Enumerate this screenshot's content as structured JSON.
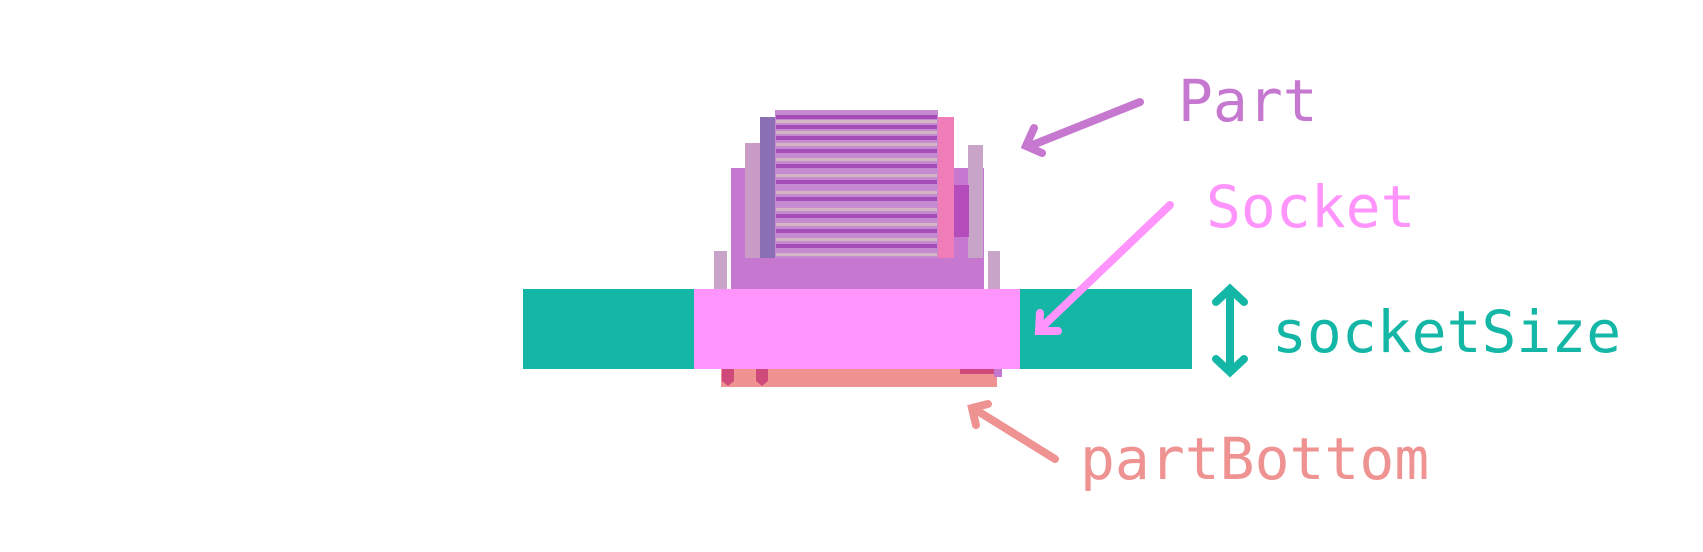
{
  "labels": {
    "part": "Part",
    "socket": "Socket",
    "socket_size": "socketSize",
    "part_bottom": "partBottom"
  },
  "colors": {
    "part": "#c677cf",
    "socket": "#ff94fc",
    "socket_size": "#14b7a6",
    "part_bottom": "#ee9292",
    "part_dark": "#a64cb8",
    "bottom_dark": "#cf4a7a"
  }
}
